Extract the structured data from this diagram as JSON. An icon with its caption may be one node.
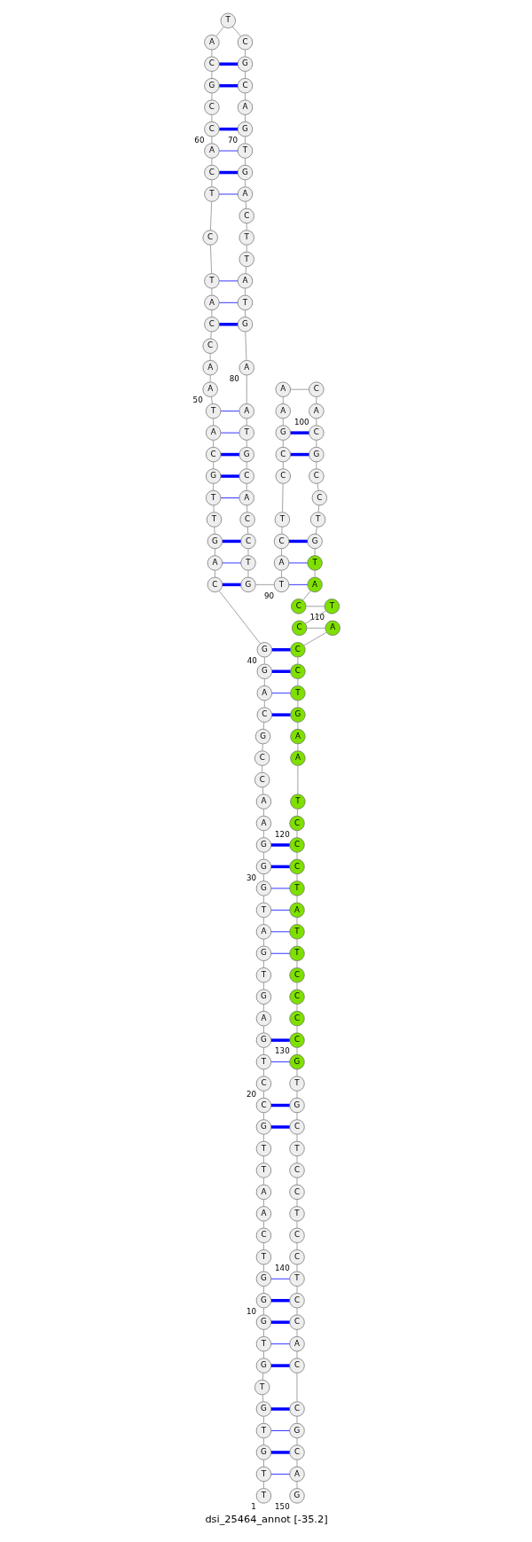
{
  "diagram": {
    "caption": "dsi_25464_annot [-35.2]",
    "nodes": [
      {
        "text": [
          "T"
        ],
        "beside": [
          "1"
        ]
      },
      {
        "text": [
          "T"
        ]
      },
      {
        "text": [
          "G"
        ]
      },
      {
        "text": [
          "T"
        ]
      },
      {
        "text": [
          "G"
        ]
      },
      {
        "text": [
          "T"
        ]
      },
      {
        "text": [
          "G"
        ]
      },
      {
        "text": [
          "T"
        ]
      },
      {
        "text": [
          "G"
        ]
      },
      {
        "text": [
          "G"
        ],
        "beside": [
          "10"
        ]
      },
      {
        "text": [
          "G"
        ]
      },
      {
        "text": [
          "T"
        ]
      },
      {
        "text": [
          "C"
        ]
      },
      {
        "text": [
          "A"
        ]
      },
      {
        "text": [
          "A"
        ]
      },
      {
        "text": [
          "T"
        ]
      },
      {
        "text": [
          "T"
        ]
      },
      {
        "text": [
          "G"
        ]
      },
      {
        "text": [
          "C"
        ]
      },
      {
        "text": [
          "C"
        ],
        "beside": [
          "20"
        ]
      },
      {
        "text": [
          "T"
        ]
      },
      {
        "text": [
          "G"
        ]
      },
      {
        "text": [
          "A"
        ]
      },
      {
        "text": [
          "G"
        ]
      },
      {
        "text": [
          "T"
        ]
      },
      {
        "text": [
          "G"
        ]
      },
      {
        "text": [
          "A"
        ]
      },
      {
        "text": [
          "T"
        ]
      },
      {
        "text": [
          "G"
        ]
      },
      {
        "text": [
          "G"
        ],
        "beside": [
          "30"
        ]
      },
      {
        "text": [
          "G"
        ]
      },
      {
        "text": [
          "A"
        ]
      },
      {
        "text": [
          "A"
        ]
      },
      {
        "text": [
          "C"
        ]
      },
      {
        "text": [
          "C"
        ]
      },
      {
        "text": [
          "G"
        ]
      },
      {
        "text": [
          "C"
        ]
      },
      {
        "text": [
          "A"
        ]
      },
      {
        "text": [
          "G"
        ]
      },
      {
        "text": [
          "G"
        ],
        "beside": [
          "40"
        ]
      },
      {
        "text": [
          "C"
        ]
      },
      {
        "text": [
          "A"
        ]
      },
      {
        "text": [
          "G"
        ]
      },
      {
        "text": [
          "T"
        ]
      },
      {
        "text": [
          "T"
        ]
      },
      {
        "text": [
          "G"
        ]
      },
      {
        "text": [
          "C"
        ]
      },
      {
        "text": [
          "A"
        ]
      },
      {
        "text": [
          "T"
        ]
      },
      {
        "text": [
          "A"
        ],
        "beside": [
          "50"
        ]
      },
      {
        "text": [
          "A"
        ]
      },
      {
        "text": [
          "C"
        ]
      },
      {
        "text": [
          "C"
        ]
      },
      {
        "text": [
          "A"
        ]
      },
      {
        "text": [
          "T"
        ]
      },
      {
        "text": [
          "C"
        ]
      },
      {
        "text": [
          "T"
        ]
      },
      {
        "text": [
          "C"
        ]
      },
      {
        "text": [
          "A"
        ]
      },
      {
        "text": [
          "C"
        ],
        "beside": [
          "60"
        ]
      },
      {
        "text": [
          "C"
        ]
      },
      {
        "text": [
          "G"
        ]
      },
      {
        "text": [
          "C"
        ]
      },
      {
        "text": [
          "A"
        ]
      },
      {
        "text": [
          "T"
        ]
      },
      {
        "text": [
          "C"
        ]
      },
      {
        "text": [
          "G"
        ]
      },
      {
        "text": [
          "C"
        ]
      },
      {
        "text": [
          "A"
        ]
      },
      {
        "text": [
          "G"
        ],
        "beside": [
          "70"
        ]
      },
      {
        "text": [
          "T"
        ]
      },
      {
        "text": [
          "G"
        ]
      },
      {
        "text": [
          "A"
        ]
      },
      {
        "text": [
          "C"
        ]
      },
      {
        "text": [
          "T"
        ]
      },
      {
        "text": [
          "T"
        ]
      },
      {
        "text": [
          "A"
        ]
      },
      {
        "text": [
          "T"
        ]
      },
      {
        "text": [
          "G"
        ]
      },
      {
        "text": [
          "A"
        ],
        "beside": [
          "80"
        ]
      },
      {
        "text": [
          "A"
        ]
      },
      {
        "text": [
          "T"
        ]
      },
      {
        "text": [
          "G"
        ]
      },
      {
        "text": [
          "C"
        ]
      },
      {
        "text": [
          "A"
        ]
      },
      {
        "text": [
          "C"
        ]
      },
      {
        "text": [
          "C"
        ]
      },
      {
        "text": [
          "T"
        ]
      },
      {
        "text": [
          "G"
        ]
      },
      {
        "text": [
          "T"
        ],
        "beside": [
          "90"
        ]
      },
      {
        "text": [
          "A"
        ]
      },
      {
        "text": [
          "C"
        ]
      },
      {
        "text": [
          "T"
        ]
      },
      {
        "text": [
          "C"
        ]
      },
      {
        "text": [
          "C"
        ]
      },
      {
        "text": [
          "G"
        ]
      },
      {
        "text": [
          "A"
        ]
      },
      {
        "text": [
          "A"
        ]
      },
      {
        "text": [
          "C"
        ]
      },
      {
        "text": [
          "A"
        ],
        "beside": [
          "100"
        ]
      },
      {
        "text": [
          "C"
        ]
      },
      {
        "text": [
          "G"
        ]
      },
      {
        "text": [
          "C"
        ]
      },
      {
        "text": [
          "C"
        ]
      },
      {
        "text": [
          "T"
        ]
      },
      {
        "text": [
          "G"
        ]
      },
      {
        "text": [
          "T"
        ]
      },
      {
        "text": [
          "A"
        ]
      },
      {
        "text": [
          "C"
        ]
      },
      {
        "text": [
          "T"
        ],
        "beside": [
          "110"
        ]
      },
      {
        "text": [
          "C"
        ]
      },
      {
        "text": [
          "A"
        ]
      },
      {
        "text": [
          "C"
        ]
      },
      {
        "text": [
          "C"
        ]
      },
      {
        "text": [
          "T"
        ]
      },
      {
        "text": [
          "G"
        ]
      },
      {
        "text": [
          "A"
        ]
      },
      {
        "text": [
          "A"
        ]
      },
      {
        "text": [
          "T"
        ]
      },
      {
        "text": [
          "C"
        ],
        "beside": [
          "120"
        ]
      },
      {
        "text": [
          "C"
        ]
      },
      {
        "text": [
          "C"
        ]
      },
      {
        "text": [
          "T"
        ]
      },
      {
        "text": [
          "A"
        ]
      },
      {
        "text": [
          "T"
        ]
      },
      {
        "text": [
          "T"
        ]
      },
      {
        "text": [
          "C"
        ]
      },
      {
        "text": [
          "C"
        ]
      },
      {
        "text": [
          "C"
        ]
      },
      {
        "text": [
          "C"
        ],
        "beside": [
          "130"
        ]
      },
      {
        "text": [
          "G"
        ]
      },
      {
        "text": [
          "T"
        ]
      },
      {
        "text": [
          "G"
        ]
      },
      {
        "text": [
          "C"
        ]
      },
      {
        "text": [
          "T"
        ]
      },
      {
        "text": [
          "C"
        ]
      },
      {
        "text": [
          "C"
        ]
      },
      {
        "text": [
          "T"
        ]
      },
      {
        "text": [
          "C"
        ]
      },
      {
        "text": [
          "C"
        ],
        "beside": [
          "140"
        ]
      },
      {
        "text": [
          "T"
        ]
      },
      {
        "text": [
          "C"
        ]
      },
      {
        "text": [
          "C"
        ]
      },
      {
        "text": [
          "A"
        ]
      },
      {
        "text": [
          "C"
        ]
      },
      {
        "text": [
          "C"
        ]
      },
      {
        "text": [
          "G"
        ]
      },
      {
        "text": [
          "C"
        ]
      },
      {
        "text": [
          "A"
        ]
      },
      {
        "text": [
          "G"
        ],
        "beside": [
          "150"
        ]
      }
    ],
    "edges": [
      {
        "from": 0,
        "to": 1,
        "arrow": "none"
      },
      {
        "from": 1,
        "to": 2,
        "arrow": "none"
      },
      {
        "from": 2,
        "to": 3,
        "arrow": "none"
      },
      {
        "from": 3,
        "to": 4,
        "arrow": "none"
      },
      {
        "from": 4,
        "to": 5,
        "arrow": "none"
      },
      {
        "from": 5,
        "to": 6,
        "arrow": "none"
      },
      {
        "from": 6,
        "to": 7,
        "arrow": "none"
      },
      {
        "from": 7,
        "to": 8,
        "arrow": "none"
      },
      {
        "from": 8,
        "to": 9,
        "arrow": "none"
      },
      {
        "from": 9,
        "to": 10,
        "arrow": "none"
      },
      {
        "from": 10,
        "to": 11,
        "arrow": "none"
      },
      {
        "from": 11,
        "to": 12,
        "arrow": "none"
      },
      {
        "from": 12,
        "to": 13,
        "arrow": "none"
      },
      {
        "from": 13,
        "to": 14,
        "arrow": "none"
      },
      {
        "from": 14,
        "to": 15,
        "arrow": "none"
      },
      {
        "from": 15,
        "to": 16,
        "arrow": "none"
      },
      {
        "from": 16,
        "to": 17,
        "arrow": "none"
      },
      {
        "from": 17,
        "to": 18,
        "arrow": "none"
      },
      {
        "from": 18,
        "to": 19,
        "arrow": "none"
      },
      {
        "from": 19,
        "to": 20,
        "arrow": "none"
      },
      {
        "from": 20,
        "to": 21,
        "arrow": "none"
      },
      {
        "from": 21,
        "to": 22,
        "arrow": "none"
      },
      {
        "from": 22,
        "to": 23,
        "arrow": "none"
      },
      {
        "from": 23,
        "to": 24,
        "arrow": "none"
      },
      {
        "from": 24,
        "to": 25,
        "arrow": "none"
      },
      {
        "from": 25,
        "to": 26,
        "arrow": "none"
      },
      {
        "from": 26,
        "to": 27,
        "arrow": "none"
      },
      {
        "from": 27,
        "to": 28,
        "arrow": "none"
      },
      {
        "from": 28,
        "to": 29,
        "arrow": "none"
      },
      {
        "from": 29,
        "to": 30,
        "arrow": "none"
      },
      {
        "from": 30,
        "to": 31,
        "arrow": "none"
      },
      {
        "from": 31,
        "to": 32,
        "arrow": "none"
      },
      {
        "from": 32,
        "to": 33,
        "arrow": "none"
      },
      {
        "from": 33,
        "to": 34,
        "arrow": "none"
      },
      {
        "from": 34,
        "to": 35,
        "arrow": "none"
      },
      {
        "from": 35,
        "to": 36,
        "arrow": "none"
      },
      {
        "from": 36,
        "to": 37,
        "arrow": "none"
      },
      {
        "from": 37,
        "to": 38,
        "arrow": "none"
      },
      {
        "from": 38,
        "to": 39,
        "arrow": "none"
      },
      {
        "from": 39,
        "to": 40,
        "arrow": "none"
      },
      {
        "from": 40,
        "to": 41,
        "arrow": "none"
      },
      {
        "from": 41,
        "to": 42,
        "arrow": "none"
      },
      {
        "from": 42,
        "to": 43,
        "arrow": "none"
      },
      {
        "from": 43,
        "to": 44,
        "arrow": "none"
      },
      {
        "from": 44,
        "to": 45,
        "arrow": "none"
      },
      {
        "from": 45,
        "to": 46,
        "arrow": "none"
      },
      {
        "from": 46,
        "to": 47,
        "arrow": "none"
      },
      {
        "from": 47,
        "to": 48,
        "arrow": "none"
      },
      {
        "from": 48,
        "to": 49,
        "arrow": "none"
      },
      {
        "from": 49,
        "to": 50,
        "arrow": "none"
      },
      {
        "from": 50,
        "to": 51,
        "arrow": "none"
      },
      {
        "from": 51,
        "to": 52,
        "arrow": "none"
      },
      {
        "from": 52,
        "to": 53,
        "arrow": "none"
      },
      {
        "from": 53,
        "to": 54,
        "arrow": "none"
      },
      {
        "from": 54,
        "to": 55,
        "arrow": "none"
      },
      {
        "from": 55,
        "to": 56,
        "arrow": "none"
      },
      {
        "from": 56,
        "to": 57,
        "arrow": "none"
      },
      {
        "from": 57,
        "to": 58,
        "arrow": "none"
      },
      {
        "from": 58,
        "to": 59,
        "arrow": "none"
      },
      {
        "from": 59,
        "to": 60,
        "arrow": "none"
      },
      {
        "from": 60,
        "to": 61,
        "arrow": "none"
      },
      {
        "from": 61,
        "to": 62,
        "arrow": "none"
      },
      {
        "from": 62,
        "to": 63,
        "arrow": "none"
      },
      {
        "from": 63,
        "to": 64,
        "arrow": "none"
      },
      {
        "from": 64,
        "to": 65,
        "arrow": "none"
      },
      {
        "from": 65,
        "to": 66,
        "arrow": "none"
      },
      {
        "from": 66,
        "to": 67,
        "arrow": "none"
      },
      {
        "from": 67,
        "to": 68,
        "arrow": "none"
      },
      {
        "from": 68,
        "to": 69,
        "arrow": "none"
      },
      {
        "from": 69,
        "to": 70,
        "arrow": "none"
      },
      {
        "from": 70,
        "to": 71,
        "arrow": "none"
      },
      {
        "from": 71,
        "to": 72,
        "arrow": "none"
      },
      {
        "from": 72,
        "to": 73,
        "arrow": "none"
      },
      {
        "from": 73,
        "to": 74,
        "arrow": "none"
      },
      {
        "from": 74,
        "to": 75,
        "arrow": "none"
      },
      {
        "from": 75,
        "to": 76,
        "arrow": "none"
      },
      {
        "from": 76,
        "to": 77,
        "arrow": "none"
      },
      {
        "from": 77,
        "to": 78,
        "arrow": "none"
      },
      {
        "from": 78,
        "to": 79,
        "arrow": "none"
      },
      {
        "from": 79,
        "to": 80,
        "arrow": "none"
      },
      {
        "from": 80,
        "to": 81,
        "arrow": "none"
      },
      {
        "from": 81,
        "to": 82,
        "arrow": "none"
      },
      {
        "from": 82,
        "to": 83,
        "arrow": "none"
      },
      {
        "from": 83,
        "to": 84,
        "arrow": "none"
      },
      {
        "from": 84,
        "to": 85,
        "arrow": "none"
      },
      {
        "from": 85,
        "to": 86,
        "arrow": "none"
      },
      {
        "from": 86,
        "to": 87,
        "arrow": "none"
      },
      {
        "from": 87,
        "to": 88,
        "arrow": "none"
      },
      {
        "from": 88,
        "to": 89,
        "arrow": "none"
      },
      {
        "from": 89,
        "to": 90,
        "arrow": "none"
      },
      {
        "from": 90,
        "to": 91,
        "arrow": "none"
      },
      {
        "from": 91,
        "to": 92,
        "arrow": "none"
      },
      {
        "from": 92,
        "to": 93,
        "arrow": "none"
      },
      {
        "from": 93,
        "to": 94,
        "arrow": "none"
      },
      {
        "from": 94,
        "to": 95,
        "arrow": "none"
      },
      {
        "from": 95,
        "to": 96,
        "arrow": "none"
      },
      {
        "from": 96,
        "to": 97,
        "arrow": "none"
      },
      {
        "from": 97,
        "to": 98,
        "arrow": "none"
      },
      {
        "from": 98,
        "to": 99,
        "arrow": "none"
      },
      {
        "from": 99,
        "to": 100,
        "arrow": "none"
      },
      {
        "from": 100,
        "to": 101,
        "arrow": "none"
      },
      {
        "from": 101,
        "to": 102,
        "arrow": "none"
      },
      {
        "from": 102,
        "to": 103,
        "arrow": "none"
      },
      {
        "from": 103,
        "to": 104,
        "arrow": "none"
      },
      {
        "from": 104,
        "to": 105,
        "arrow": "none"
      },
      {
        "from": 105,
        "to": 106,
        "arrow": "none"
      },
      {
        "from": 106,
        "to": 107,
        "arrow": "none"
      },
      {
        "from": 107,
        "to": 108,
        "arrow": "none"
      },
      {
        "from": 108,
        "to": 109,
        "arrow": "none"
      },
      {
        "from": 109,
        "to": 110,
        "arrow": "none"
      },
      {
        "from": 110,
        "to": 111,
        "arrow": "none"
      },
      {
        "from": 111,
        "to": 112,
        "arrow": "none"
      },
      {
        "from": 112,
        "to": 113,
        "arrow": "none"
      },
      {
        "from": 113,
        "to": 114,
        "arrow": "none"
      },
      {
        "from": 114,
        "to": 115,
        "arrow": "none"
      },
      {
        "from": 115,
        "to": 116,
        "arrow": "none"
      },
      {
        "from": 116,
        "to": 117,
        "arrow": "none"
      },
      {
        "from": 117,
        "to": 118,
        "arrow": "none"
      },
      {
        "from": 118,
        "to": 119,
        "arrow": "none"
      },
      {
        "from": 119,
        "to": 120,
        "arrow": "none"
      },
      {
        "from": 120,
        "to": 121,
        "arrow": "none"
      },
      {
        "from": 121,
        "to": 122,
        "arrow": "none"
      },
      {
        "from": 122,
        "to": 123,
        "arrow": "none"
      },
      {
        "from": 123,
        "to": 124,
        "arrow": "none"
      },
      {
        "from": 124,
        "to": 125,
        "arrow": "none"
      },
      {
        "from": 125,
        "to": 126,
        "arrow": "none"
      },
      {
        "from": 126,
        "to": 127,
        "arrow": "none"
      },
      {
        "from": 127,
        "to": 128,
        "arrow": "none"
      },
      {
        "from": 128,
        "to": 129,
        "arrow": "none"
      },
      {
        "from": 129,
        "to": 130,
        "arrow": "none"
      },
      {
        "from": 130,
        "to": 131,
        "arrow": "none"
      },
      {
        "from": 131,
        "to": 132,
        "arrow": "none"
      },
      {
        "from": 132,
        "to": 133,
        "arrow": "none"
      },
      {
        "from": 133,
        "to": 134,
        "arrow": "none"
      },
      {
        "from": 134,
        "to": 135,
        "arrow": "none"
      },
      {
        "from": 135,
        "to": 136,
        "arrow": "none"
      },
      {
        "from": 136,
        "to": 137,
        "arrow": "none"
      },
      {
        "from": 137,
        "to": 138,
        "arrow": "none"
      },
      {
        "from": 138,
        "to": 139,
        "arrow": "none"
      },
      {
        "from": 139,
        "to": 140,
        "arrow": "none"
      },
      {
        "from": 140,
        "to": 141,
        "arrow": "none"
      },
      {
        "from": 141,
        "to": 142,
        "arrow": "none"
      },
      {
        "from": 142,
        "to": 143,
        "arrow": "none"
      },
      {
        "from": 143,
        "to": 144,
        "arrow": "none"
      },
      {
        "from": 144,
        "to": 145,
        "arrow": "none"
      },
      {
        "from": 145,
        "to": 146,
        "arrow": "none"
      },
      {
        "from": 146,
        "to": 147,
        "arrow": "none"
      },
      {
        "from": 147,
        "to": 148,
        "arrow": "none"
      },
      {
        "from": 148,
        "to": 149,
        "arrow": "none"
      },
      {
        "from": 1,
        "to": 148,
        "arrow": "none",
        "color": "#0000ff"
      },
      {
        "from": 2,
        "to": 147,
        "arrow": "none",
        "color": "#0000ff",
        "style": "thick"
      },
      {
        "from": 3,
        "to": 146,
        "arrow": "none",
        "color": "#0000ff"
      },
      {
        "from": 4,
        "to": 145,
        "arrow": "none",
        "color": "#0000ff",
        "style": "thick"
      },
      {
        "from": 6,
        "to": 144,
        "arrow": "none",
        "color": "#0000ff",
        "style": "thick"
      },
      {
        "from": 7,
        "to": 143,
        "arrow": "none",
        "color": "#0000ff"
      },
      {
        "from": 8,
        "to": 142,
        "arrow": "none",
        "color": "#0000ff",
        "style": "thick"
      },
      {
        "from": 9,
        "to": 141,
        "arrow": "none",
        "color": "#0000ff",
        "style": "thick"
      },
      {
        "from": 10,
        "to": 140,
        "arrow": "none",
        "color": "#0000ff"
      },
      {
        "from": 17,
        "to": 133,
        "arrow": "none",
        "color": "#0000ff",
        "style": "thick"
      },
      {
        "from": 18,
        "to": 132,
        "arrow": "none",
        "color": "#0000ff",
        "style": "thick"
      },
      {
        "from": 20,
        "to": 130,
        "arrow": "none",
        "color": "#0000ff"
      },
      {
        "from": 21,
        "to": 129,
        "arrow": "none",
        "color": "#0000ff",
        "style": "thick"
      },
      {
        "from": 25,
        "to": 125,
        "arrow": "none",
        "color": "#0000ff"
      },
      {
        "from": 26,
        "to": 124,
        "arrow": "none",
        "color": "#0000ff"
      },
      {
        "from": 27,
        "to": 123,
        "arrow": "none",
        "color": "#0000ff"
      },
      {
        "from": 28,
        "to": 122,
        "arrow": "none",
        "color": "#0000ff"
      },
      {
        "from": 29,
        "to": 121,
        "arrow": "none",
        "color": "#0000ff",
        "style": "thick"
      },
      {
        "from": 30,
        "to": 120,
        "arrow": "none",
        "color": "#0000ff",
        "style": "thick"
      },
      {
        "from": 36,
        "to": 115,
        "arrow": "none",
        "color": "#0000ff",
        "style": "thick"
      },
      {
        "from": 37,
        "to": 114,
        "arrow": "none",
        "color": "#0000ff"
      },
      {
        "from": 38,
        "to": 113,
        "arrow": "none",
        "color": "#0000ff",
        "style": "thick"
      },
      {
        "from": 39,
        "to": 112,
        "arrow": "none",
        "color": "#0000ff",
        "style": "thick"
      },
      {
        "from": 40,
        "to": 88,
        "arrow": "none",
        "color": "#0000ff",
        "style": "thick"
      },
      {
        "from": 41,
        "to": 87,
        "arrow": "none",
        "color": "#0000ff"
      },
      {
        "from": 42,
        "to": 86,
        "arrow": "none",
        "color": "#0000ff",
        "style": "thick"
      },
      {
        "from": 44,
        "to": 84,
        "arrow": "none",
        "color": "#0000ff"
      },
      {
        "from": 45,
        "to": 83,
        "arrow": "none",
        "color": "#0000ff",
        "style": "thick"
      },
      {
        "from": 46,
        "to": 82,
        "arrow": "none",
        "color": "#0000ff",
        "style": "thick"
      },
      {
        "from": 47,
        "to": 81,
        "arrow": "none",
        "color": "#0000ff"
      },
      {
        "from": 48,
        "to": 80,
        "arrow": "none",
        "color": "#0000ff"
      },
      {
        "from": 52,
        "to": 78,
        "arrow": "none",
        "color": "#0000ff",
        "style": "thick"
      },
      {
        "from": 53,
        "to": 77,
        "arrow": "none",
        "color": "#0000ff"
      },
      {
        "from": 54,
        "to": 76,
        "arrow": "none",
        "color": "#0000ff"
      },
      {
        "from": 56,
        "to": 72,
        "arrow": "none",
        "color": "#0000ff"
      },
      {
        "from": 57,
        "to": 71,
        "arrow": "none",
        "color": "#0000ff",
        "style": "thick"
      },
      {
        "from": 58,
        "to": 70,
        "arrow": "none",
        "color": "#0000ff"
      },
      {
        "from": 59,
        "to": 69,
        "arrow": "none",
        "color": "#0000ff",
        "style": "thick"
      },
      {
        "from": 61,
        "to": 67,
        "arrow": "none",
        "color": "#0000ff",
        "style": "thick"
      },
      {
        "from": 62,
        "to": 66,
        "arrow": "none",
        "color": "#0000ff",
        "style": "thick"
      },
      {
        "from": 89,
        "to": 107,
        "arrow": "none",
        "color": "#0000ff"
      },
      {
        "from": 90,
        "to": 106,
        "arrow": "none",
        "color": "#0000ff"
      },
      {
        "from": 91,
        "to": 105,
        "arrow": "none",
        "color": "#0000ff",
        "style": "thick"
      },
      {
        "from": 94,
        "to": 101,
        "arrow": "none",
        "color": "#0000ff",
        "style": "thick"
      },
      {
        "from": 95,
        "to": 100,
        "arrow": "none",
        "color": "#0000ff",
        "style": "thick"
      }
    ]
  }
}
